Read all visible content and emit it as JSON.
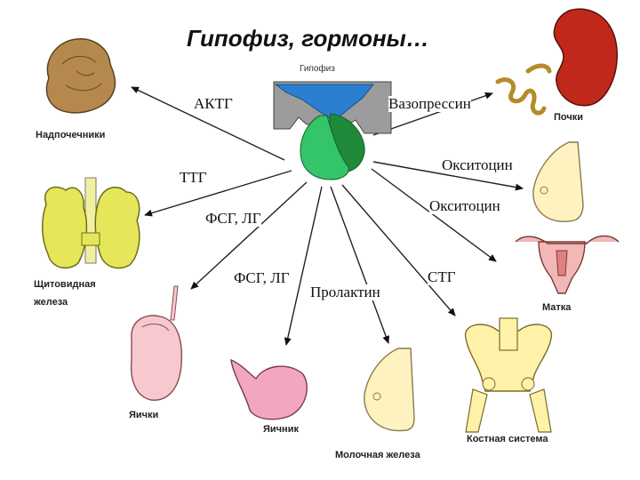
{
  "title": "Гипофиз, гормоны…",
  "center_label": "Гипофиз",
  "hormones": {
    "actg": "АКТГ",
    "vasopressin": "Вазопрессин",
    "ttg": "ТТГ",
    "oxytocin_1": "Окситоцин",
    "oxytocin_2": "Окситоцин",
    "fsg_lg_1": "ФСГ, ЛГ",
    "fsg_lg_2": "ФСГ, ЛГ",
    "prolactin": "Пролактин",
    "stg": "СТГ"
  },
  "organs": {
    "adrenal": "Надпочечники",
    "kidneys": "Почки",
    "thyroid_line1": "Щитовидная",
    "thyroid_line2": "железа",
    "uterus": "Матка",
    "testes": "Яички",
    "ovary": "Яичник",
    "mammary": "Молочная железа",
    "skeleton": "Костная система"
  },
  "colors": {
    "adrenal": "#b5894e",
    "kidney": "#c0281c",
    "thyroid": "#e6e65a",
    "breast": "#fdf2c0",
    "uterus": "#f4b7b7",
    "testes": "#f8c8cf",
    "ovary": "#f3a7bf",
    "bone": "#fff2a8",
    "pituitary_blue": "#2a7fd1",
    "pituitary_green": "#34c46a",
    "pituitary_dark": "#1f8a3a",
    "pituitary_gray": "#9c9c9c"
  }
}
